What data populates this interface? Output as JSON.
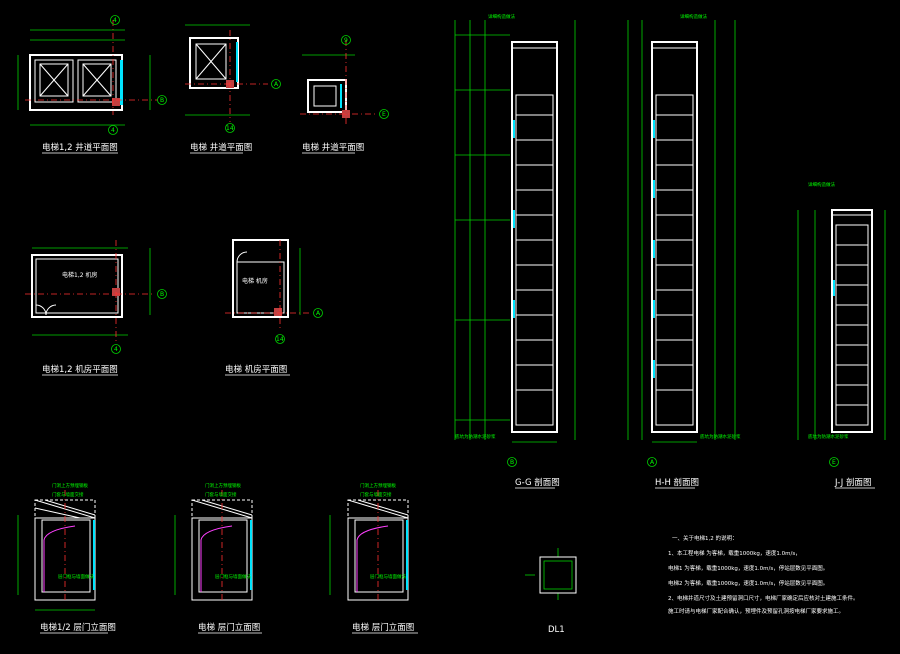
{
  "titles": {
    "pit1": "电梯1,2 井道平面图",
    "pit2": "电梯 井道平面图",
    "pit3": "电梯 井道平面图",
    "mr1": "电梯1,2 机房平面图",
    "mr2": "电梯 机房平面图",
    "secG": "G-G  剖面图",
    "secH": "H-H  剖面图",
    "secJ": "J-J  剖面图",
    "door1": "电梯1/2  层门立面图",
    "door2": "电梯  层门立面图",
    "door3": "电梯  层门立面图",
    "dl": "DL1"
  },
  "labels": {
    "mr1_room": "电梯1,2 机房",
    "mr2_room": "电梯 机房",
    "sec_top_note": "详细构造做法",
    "sec_bottom_note": "底坑为防潮水泥砂浆",
    "door_top_note": "门洞上方预埋钢板",
    "door_side_note": "门套与墙面交接",
    "door_center_note": "层门框与墙面做法"
  },
  "axes": {
    "pit1_side": "B",
    "pit1_bottom": "4",
    "pit1_top": "4",
    "pit2_side": "A",
    "pit2_bottom": "14",
    "pit3_side": "E",
    "pit3_top": "9",
    "mr1_side": "B",
    "mr1_bottom": "4",
    "mr2_side": "A",
    "mr2_bottom": "14",
    "secG": "B",
    "secH": "A",
    "secJ": "E"
  },
  "notes": [
    "一、关于电梯1,2 的说明：",
    "1、本工程电梯 为客梯，载重1000kg，速度1.0m/s，",
    "电梯1 为客梯，载重1000kg，速度1.0m/s，停站层数见平面图。",
    "电梯2 为客梯，载重1000kg，速度1.0m/s，停站层数见平面图。",
    "2、电梯井道尺寸及土建预留洞口尺寸，电梯厂家确定后应核对土建施工条件。",
    "施工时请与电梯厂家配合确认，预埋件及预留孔洞按电梯厂家要求施工。"
  ]
}
